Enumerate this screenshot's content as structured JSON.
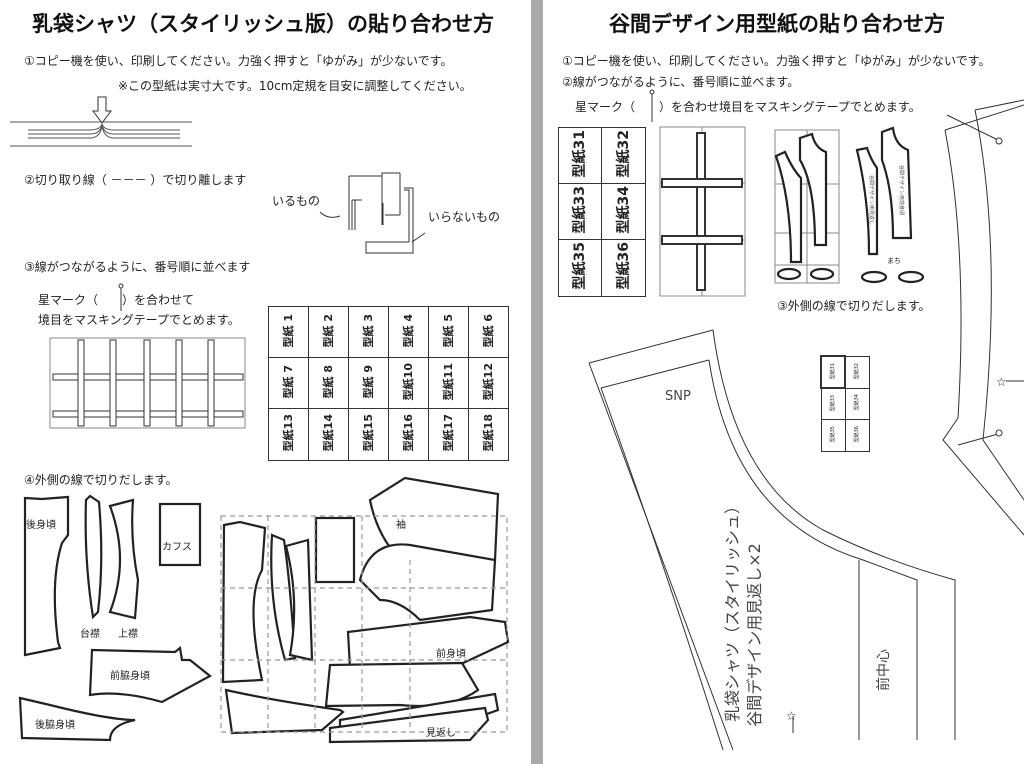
{
  "left": {
    "title": "乳袋シャツ（スタイリッシュ版）の貼り合わせ方",
    "step1": "①コピー機を使い、印刷してください。力強く押すと「ゆがみ」が少ないです。",
    "note": "※この型紙は実寸大です。10cm定規を目安に調整してください。",
    "step2": "②切り取り線（ －－－ ）で切り離します",
    "needed": "いるもの",
    "unneeded": "いらないもの",
    "step3": "③線がつながるように、番号順に並べます",
    "star_line1": "星マーク（　　）を合わせて",
    "star_line2": "境目をマスキングテープでとめます。",
    "sheets": [
      "型紙 1",
      "型紙 2",
      "型紙 3",
      "型紙 4",
      "型紙 5",
      "型紙 6",
      "型紙 7",
      "型紙 8",
      "型紙 9",
      "型紙10",
      "型紙11",
      "型紙12",
      "型紙13",
      "型紙14",
      "型紙15",
      "型紙16",
      "型紙17",
      "型紙18"
    ],
    "step4": "④外側の線で切りだします。",
    "pieces": {
      "back_body": "後身頃",
      "collar_stand": "台襟",
      "upper_collar": "上襟",
      "cuffs": "カフス",
      "sleeve": "袖",
      "front_body": "前身頃",
      "front_side_body": "前脇身頃",
      "back_side_body": "後脇身頃",
      "facing": "見返し"
    }
  },
  "right": {
    "title": "谷間デザイン用型紙の貼り合わせ方",
    "step1": "①コピー機を使い、印刷してください。力強く押すと「ゆがみ」が少ないです。",
    "step2": "②線がつながるように、番号順に並べます。",
    "star_line": "星マーク（　　）を合わせ境目をマスキングテープでとめます。",
    "sheets": [
      "型紙31",
      "型紙32",
      "型紙33",
      "型紙34",
      "型紙35",
      "型紙36"
    ],
    "piece_front": "谷間デザイン用前身頃",
    "piece_facing": "谷間デザイン用見返し",
    "gusset": "まち",
    "step3": "③外側の線で切りだします。",
    "mini_sheets": [
      "型紙31",
      "型紙32",
      "型紙33",
      "型紙34",
      "型紙35",
      "型紙36"
    ],
    "snp": "SNP",
    "pattern_name": "乳袋シャツ（スタイリッシュ）",
    "pattern_piece": "谷間デザイン用見返し×2",
    "center_front": "前中心"
  },
  "colors": {
    "divider": "#a9a9a9",
    "line": "#222222"
  }
}
